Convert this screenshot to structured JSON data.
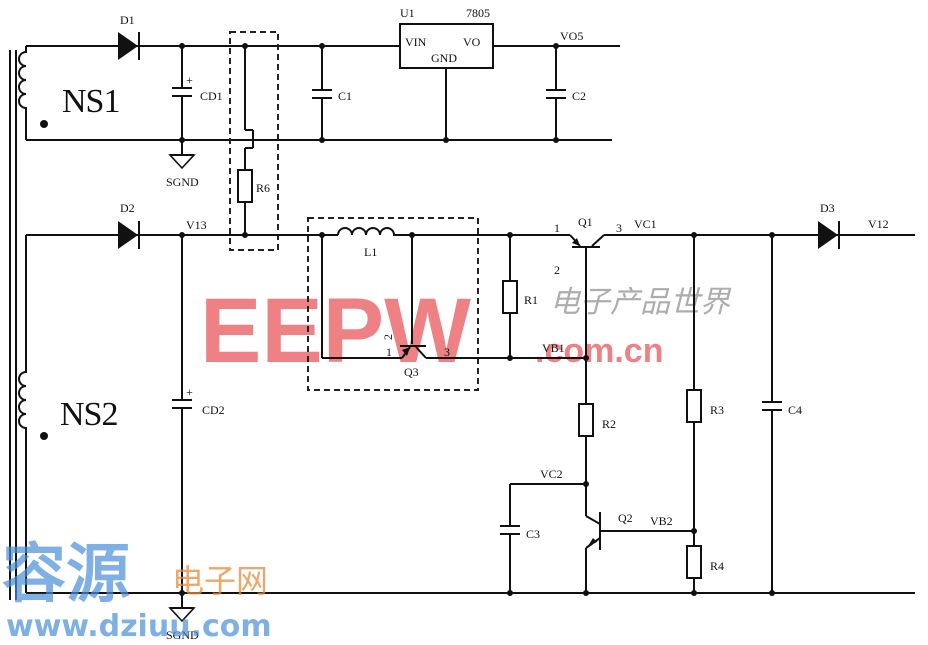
{
  "labels": {
    "d1": "D1",
    "d2": "D2",
    "d3": "D3",
    "u1": "U1",
    "u1_part": "7805",
    "vin": "VIN",
    "vo": "VO",
    "gnd": "GND",
    "vo5": "VO5",
    "ns1": "NS1",
    "ns2": "NS2",
    "cd1": "CD1",
    "cd2": "CD2",
    "c1": "C1",
    "c2": "C2",
    "c3": "C3",
    "c4": "C4",
    "sgnd_top": "SGND",
    "sgnd_bottom": "SGND",
    "r1": "R1",
    "r2": "R2",
    "r3": "R3",
    "r4": "R4",
    "r6": "R6",
    "l1": "L1",
    "v13": "V13",
    "v12": "V12",
    "q1": "Q1",
    "q2": "Q2",
    "q3": "Q3",
    "q1_pin1": "1",
    "q1_pin2": "2",
    "q1_pin3": "3",
    "q3_pin1": "1",
    "q3_pin2": "2",
    "q3_pin3": "3",
    "vc1": "VC1",
    "vc2": "VC2",
    "vb1": "VB1",
    "vb2": "VB2"
  },
  "watermarks": {
    "eepw": "EEPW",
    "eepw_cn": "电子产品世界",
    "eepw_url": ".com.cn",
    "rongyuan": "容源",
    "dianziwang": "电子网",
    "dzsc_url": "www.dziuu.com"
  }
}
